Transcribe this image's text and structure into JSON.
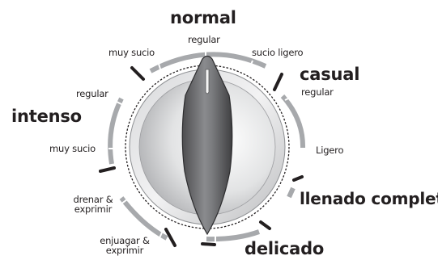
{
  "cycles": {
    "normal": {
      "title": "normal",
      "options": [
        "regular",
        "muy sucio",
        "sucio ligero"
      ]
    },
    "casual": {
      "title": "casual",
      "options": [
        "regular",
        "Ligero"
      ]
    },
    "intenso": {
      "title": "intenso",
      "options": [
        "regular",
        "muy sucio"
      ]
    },
    "llenado": {
      "title": "llenado completo"
    },
    "delicado": {
      "title": "delicado"
    },
    "extras": {
      "drain_spin": "drenar & exprimir",
      "rinse_spin": "enjuagar & exprimir"
    }
  },
  "colors": {
    "ink": "#231f20",
    "ring": "#a7a9ac",
    "knob_rim": "#c9cacc",
    "knob_dark": "#6d6e71"
  },
  "icons": {
    "knob": "rotary-dial-knob",
    "pointer": "knob-pointer-grip"
  }
}
